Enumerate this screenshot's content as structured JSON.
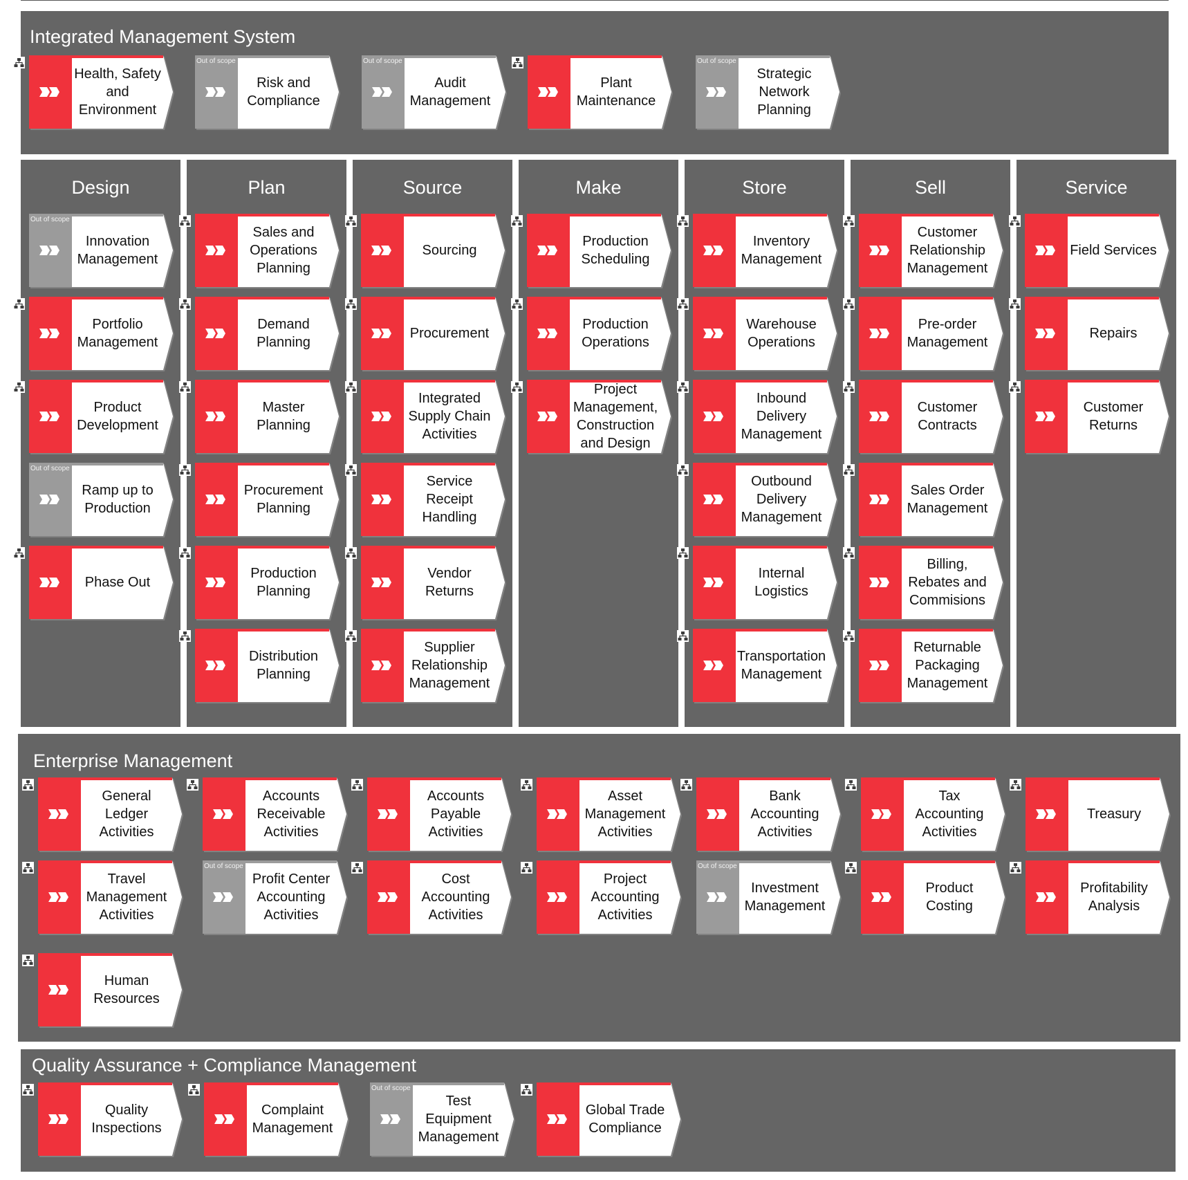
{
  "colors": {
    "panel_bg": "#656565",
    "in_scope_accent": "#f0323c",
    "out_of_scope_accent": "#9b9b9b",
    "card_body": "#ffffff",
    "title_text": "#ffffff"
  },
  "labels": {
    "out_of_scope": "Out of scope"
  },
  "integrated": {
    "title": "Integrated Management System",
    "items": [
      {
        "label": "Health, Safety and Environment",
        "in_scope": true,
        "hier": true
      },
      {
        "label": "Risk and Compliance",
        "in_scope": false,
        "hier": false
      },
      {
        "label": "Audit Management",
        "in_scope": false,
        "hier": false
      },
      {
        "label": "Plant Maintenance",
        "in_scope": true,
        "hier": true
      },
      {
        "label": "Strategic Network Planning",
        "in_scope": false,
        "hier": false
      }
    ]
  },
  "columns": [
    {
      "title": "Design",
      "items": [
        {
          "label": "Innovation Management",
          "in_scope": false,
          "hier": false
        },
        {
          "label": "Portfolio Management",
          "in_scope": true,
          "hier": true
        },
        {
          "label": "Product Development",
          "in_scope": true,
          "hier": true
        },
        {
          "label": "Ramp up to Production",
          "in_scope": false,
          "hier": false
        },
        {
          "label": "Phase Out",
          "in_scope": true,
          "hier": true
        }
      ]
    },
    {
      "title": "Plan",
      "items": [
        {
          "label": "Sales and Operations Planning",
          "in_scope": true,
          "hier": true
        },
        {
          "label": "Demand Planning",
          "in_scope": true,
          "hier": true
        },
        {
          "label": "Master Planning",
          "in_scope": true,
          "hier": true
        },
        {
          "label": "Procurement Planning",
          "in_scope": true,
          "hier": true
        },
        {
          "label": "Production Planning",
          "in_scope": true,
          "hier": true
        },
        {
          "label": "Distribution Planning",
          "in_scope": true,
          "hier": true
        }
      ]
    },
    {
      "title": "Source",
      "items": [
        {
          "label": "Sourcing",
          "in_scope": true,
          "hier": true
        },
        {
          "label": "Procurement",
          "in_scope": true,
          "hier": true
        },
        {
          "label": "Integrated Supply Chain Activities",
          "in_scope": true,
          "hier": true
        },
        {
          "label": "Service Receipt Handling",
          "in_scope": true,
          "hier": true
        },
        {
          "label": "Vendor Returns",
          "in_scope": true,
          "hier": true
        },
        {
          "label": "Supplier Relationship Management",
          "in_scope": true,
          "hier": true
        }
      ]
    },
    {
      "title": "Make",
      "items": [
        {
          "label": "Production Scheduling",
          "in_scope": true,
          "hier": true
        },
        {
          "label": "Production Operations",
          "in_scope": true,
          "hier": true
        },
        {
          "label": "Project Management, Construction and Design",
          "in_scope": true,
          "hier": true
        }
      ]
    },
    {
      "title": "Store",
      "items": [
        {
          "label": "Inventory Management",
          "in_scope": true,
          "hier": true
        },
        {
          "label": "Warehouse Operations",
          "in_scope": true,
          "hier": true
        },
        {
          "label": "Inbound Delivery Management",
          "in_scope": true,
          "hier": true
        },
        {
          "label": "Outbound Delivery Management",
          "in_scope": true,
          "hier": true
        },
        {
          "label": "Internal Logistics",
          "in_scope": true,
          "hier": true
        },
        {
          "label": "Transportation Management",
          "in_scope": true,
          "hier": true
        }
      ]
    },
    {
      "title": "Sell",
      "items": [
        {
          "label": "Customer Relationship Management",
          "in_scope": true,
          "hier": true
        },
        {
          "label": "Pre-order Management",
          "in_scope": true,
          "hier": true
        },
        {
          "label": "Customer Contracts",
          "in_scope": true,
          "hier": true
        },
        {
          "label": "Sales Order Management",
          "in_scope": true,
          "hier": true
        },
        {
          "label": "Billing, Rebates and Commisions",
          "in_scope": true,
          "hier": true
        },
        {
          "label": "Returnable Packaging Management",
          "in_scope": true,
          "hier": true
        }
      ]
    },
    {
      "title": "Service",
      "items": [
        {
          "label": "Field Services",
          "in_scope": true,
          "hier": true
        },
        {
          "label": "Repairs",
          "in_scope": true,
          "hier": true
        },
        {
          "label": "Customer Returns",
          "in_scope": true,
          "hier": true
        }
      ]
    }
  ],
  "enterprise": {
    "title": "Enterprise Management",
    "items": [
      {
        "label": "General Ledger Activities",
        "in_scope": true,
        "hier": true
      },
      {
        "label": "Accounts Receivable Activities",
        "in_scope": true,
        "hier": true
      },
      {
        "label": "Accounts Payable Activities",
        "in_scope": true,
        "hier": true
      },
      {
        "label": "Asset Management Activities",
        "in_scope": true,
        "hier": true
      },
      {
        "label": "Bank Accounting Activities",
        "in_scope": true,
        "hier": true
      },
      {
        "label": "Tax Accounting Activities",
        "in_scope": true,
        "hier": true
      },
      {
        "label": "Treasury",
        "in_scope": true,
        "hier": true
      },
      {
        "label": "Travel Management Activities",
        "in_scope": true,
        "hier": true
      },
      {
        "label": "Profit Center Accounting Activities",
        "in_scope": false,
        "hier": false
      },
      {
        "label": "Cost Accounting Activities",
        "in_scope": true,
        "hier": true
      },
      {
        "label": "Project Accounting Activities",
        "in_scope": true,
        "hier": true
      },
      {
        "label": "Investment Management",
        "in_scope": false,
        "hier": false
      },
      {
        "label": "Product Costing",
        "in_scope": true,
        "hier": true
      },
      {
        "label": "Profitability Analysis",
        "in_scope": true,
        "hier": true
      },
      {
        "label": "Human Resources",
        "in_scope": true,
        "hier": true
      }
    ]
  },
  "quality": {
    "title": "Quality Assurance + Compliance Management",
    "items": [
      {
        "label": "Quality Inspections",
        "in_scope": true,
        "hier": true
      },
      {
        "label": "Complaint Management",
        "in_scope": true,
        "hier": true
      },
      {
        "label": "Test Equipment Management",
        "in_scope": false,
        "hier": false
      },
      {
        "label": "Global Trade Compliance",
        "in_scope": true,
        "hier": true
      }
    ]
  }
}
